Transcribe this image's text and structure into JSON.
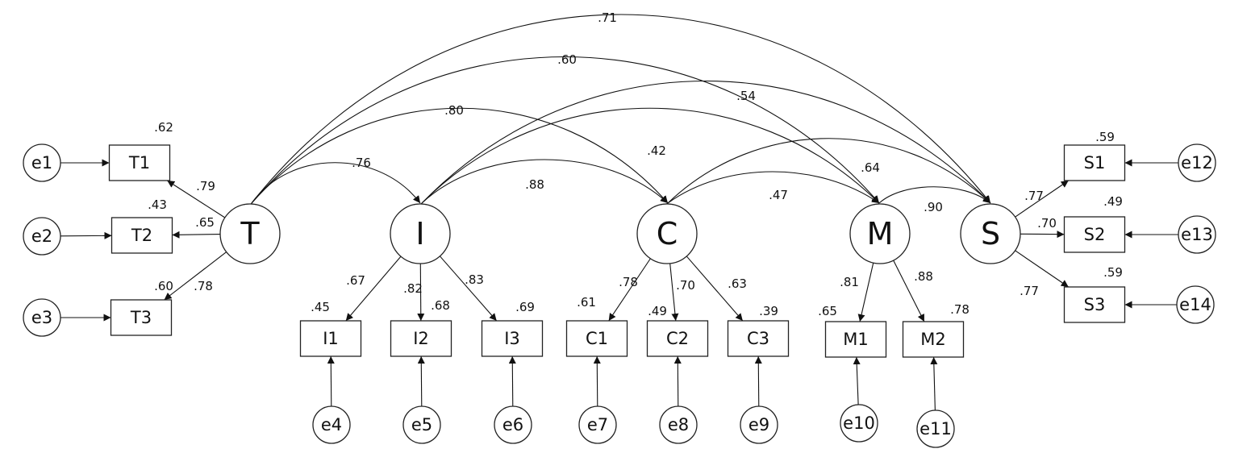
{
  "latents": [
    {
      "id": "T",
      "label": "T"
    },
    {
      "id": "I",
      "label": "I"
    },
    {
      "id": "C",
      "label": "C"
    },
    {
      "id": "M",
      "label": "M"
    },
    {
      "id": "S",
      "label": "S"
    }
  ],
  "observed": [
    {
      "id": "T1",
      "label": "T1",
      "r2": ".62"
    },
    {
      "id": "T2",
      "label": "T2",
      "r2": ".43"
    },
    {
      "id": "T3",
      "label": "T3",
      "r2": ".60"
    },
    {
      "id": "I1",
      "label": "I1",
      "r2": ".45"
    },
    {
      "id": "I2",
      "label": "I2",
      "r2": ".68"
    },
    {
      "id": "I3",
      "label": "I3",
      "r2": ".69"
    },
    {
      "id": "C1",
      "label": "C1",
      "r2": ".61"
    },
    {
      "id": "C2",
      "label": "C2",
      "r2": ".49"
    },
    {
      "id": "C3",
      "label": "C3",
      "r2": ".39"
    },
    {
      "id": "M1",
      "label": "M1",
      "r2": ".65"
    },
    {
      "id": "M2",
      "label": "M2",
      "r2": ".78"
    },
    {
      "id": "S1",
      "label": "S1",
      "r2": ".59"
    },
    {
      "id": "S2",
      "label": "S2",
      "r2": ".49"
    },
    {
      "id": "S3",
      "label": "S3",
      "r2": ".59"
    }
  ],
  "errors": [
    {
      "id": "e1",
      "label": "e1",
      "target": "T1"
    },
    {
      "id": "e2",
      "label": "e2",
      "target": "T2"
    },
    {
      "id": "e3",
      "label": "e3",
      "target": "T3"
    },
    {
      "id": "e4",
      "label": "e4",
      "target": "I1"
    },
    {
      "id": "e5",
      "label": "e5",
      "target": "I2"
    },
    {
      "id": "e6",
      "label": "e6",
      "target": "I3"
    },
    {
      "id": "e7",
      "label": "e7",
      "target": "C1"
    },
    {
      "id": "e8",
      "label": "e8",
      "target": "C2"
    },
    {
      "id": "e9",
      "label": "e9",
      "target": "C3"
    },
    {
      "id": "e10",
      "label": "e10",
      "target": "M1"
    },
    {
      "id": "e11",
      "label": "e11",
      "target": "M2"
    },
    {
      "id": "e12",
      "label": "e12",
      "target": "S1"
    },
    {
      "id": "e13",
      "label": "e13",
      "target": "S2"
    },
    {
      "id": "e14",
      "label": "e14",
      "target": "S3"
    }
  ],
  "loadings": [
    {
      "from": "T",
      "to": "T1",
      "value": ".79"
    },
    {
      "from": "T",
      "to": "T2",
      "value": ".65"
    },
    {
      "from": "T",
      "to": "T3",
      "value": ".78"
    },
    {
      "from": "I",
      "to": "I1",
      "value": ".67"
    },
    {
      "from": "I",
      "to": "I2",
      "value": ".82"
    },
    {
      "from": "I",
      "to": "I3",
      "value": ".83"
    },
    {
      "from": "C",
      "to": "C1",
      "value": ".78"
    },
    {
      "from": "C",
      "to": "C2",
      "value": ".70"
    },
    {
      "from": "C",
      "to": "C3",
      "value": ".63"
    },
    {
      "from": "M",
      "to": "M1",
      "value": ".81"
    },
    {
      "from": "M",
      "to": "M2",
      "value": ".88"
    },
    {
      "from": "S",
      "to": "S1",
      "value": ".77"
    },
    {
      "from": "S",
      "to": "S2",
      "value": ".70"
    },
    {
      "from": "S",
      "to": "S3",
      "value": ".77"
    }
  ],
  "correlations": [
    {
      "a": "T",
      "b": "S",
      "value": ".71"
    },
    {
      "a": "T",
      "b": "M",
      "value": ".60"
    },
    {
      "a": "I",
      "b": "S",
      "value": ".54"
    },
    {
      "a": "T",
      "b": "C",
      "value": ".80"
    },
    {
      "a": "I",
      "b": "M",
      "value": ".42"
    },
    {
      "a": "T",
      "b": "I",
      "value": ".76"
    },
    {
      "a": "C",
      "b": "S",
      "value": ".64"
    },
    {
      "a": "I",
      "b": "C",
      "value": ".88"
    },
    {
      "a": "C",
      "b": "M",
      "value": ".47"
    },
    {
      "a": "M",
      "b": "S",
      "value": ".90"
    }
  ]
}
